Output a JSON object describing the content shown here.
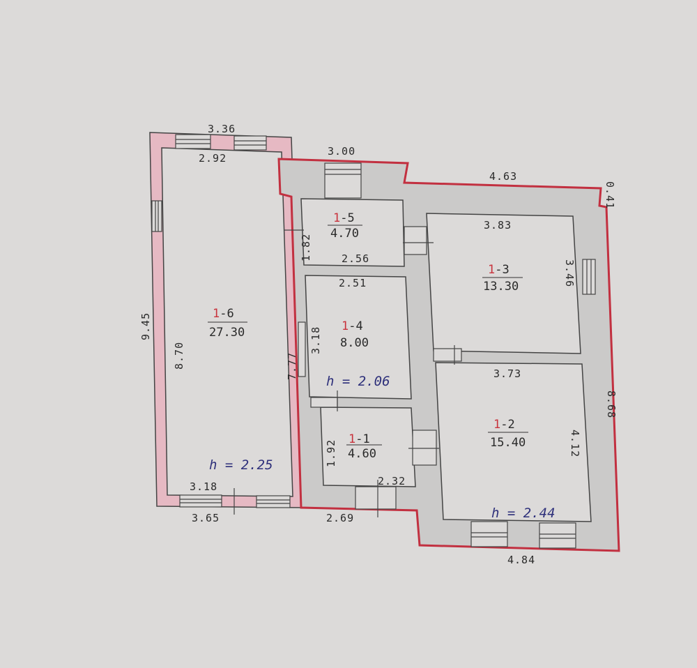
{
  "colors": {
    "paper": "#dcdad9",
    "wall_pink": "#e6b9c3",
    "wall_gray": "#cbcac9",
    "outline_red": "#c23040",
    "ink": "#2a2a2a",
    "height_ink": "#2d2f7a"
  },
  "rooms": [
    {
      "id_prefix": "1",
      "id_suffix": "-6",
      "area": "27.30"
    },
    {
      "id_prefix": "1",
      "id_suffix": "-5",
      "area": "4.70"
    },
    {
      "id_prefix": "1",
      "id_suffix": "-4",
      "area": "8.00"
    },
    {
      "id_prefix": "1",
      "id_suffix": "-3",
      "area": "13.30"
    },
    {
      "id_prefix": "1",
      "id_suffix": "-2",
      "area": "15.40"
    },
    {
      "id_prefix": "1",
      "id_suffix": "-1",
      "area": "4.60"
    }
  ],
  "heights": [
    "h = 2.25",
    "h = 2.06",
    "h = 2.44"
  ],
  "dimensions": {
    "top_left_outer": "3.36",
    "top_left_inner": "2.92",
    "left_outer": "9.45",
    "left_inner": "8.70",
    "bottom_left_inner": "3.18",
    "bottom_left_outer": "3.65",
    "mid_wall": "7.77",
    "top_middle": "3.00",
    "top_right": "4.63",
    "right_step": "0.41",
    "right_outer": "8.68",
    "r15_height": "1.82",
    "r15_width": "2.56",
    "r14_width": "2.51",
    "r14_height": "3.18",
    "r13_width": "3.83",
    "r13_height": "3.46",
    "r12_width": "3.73",
    "r12_height": "4.12",
    "r11_height": "1.92",
    "r11_width": "2.32",
    "bottom_middle": "2.69",
    "bottom_right": "4.84"
  }
}
